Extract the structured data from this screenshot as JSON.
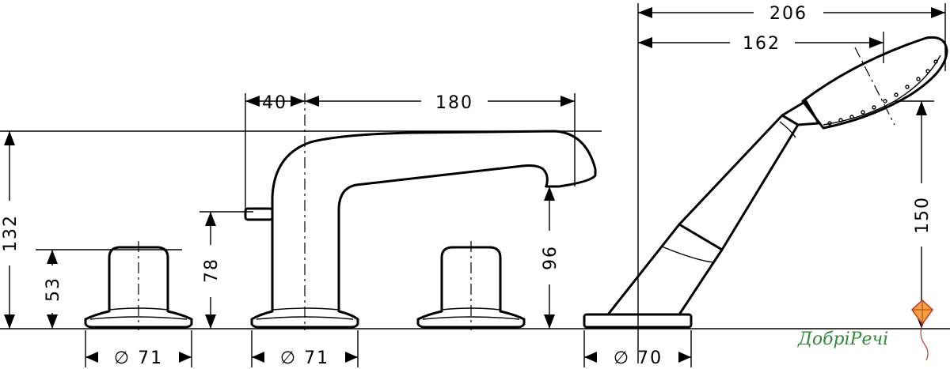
{
  "dimensions": {
    "total_width_handshower": "206",
    "handshower_reach": "162",
    "diverter_offset": "40",
    "spout_projection": "180",
    "total_height": "132",
    "handle_height": "53",
    "diverter_height": "78",
    "spout_outlet_height": "96",
    "handshower_height": "150",
    "left_handle_base_diameter": "∅ 71",
    "spout_base_diameter": "∅ 71",
    "handshower_base_diameter": "∅ 70"
  },
  "logo": {
    "text": "ДобріРечі",
    "accent_color": "#2f8a3a",
    "icon": "kite-icon"
  },
  "colors": {
    "line": "#000000",
    "background": "#ffffff"
  }
}
